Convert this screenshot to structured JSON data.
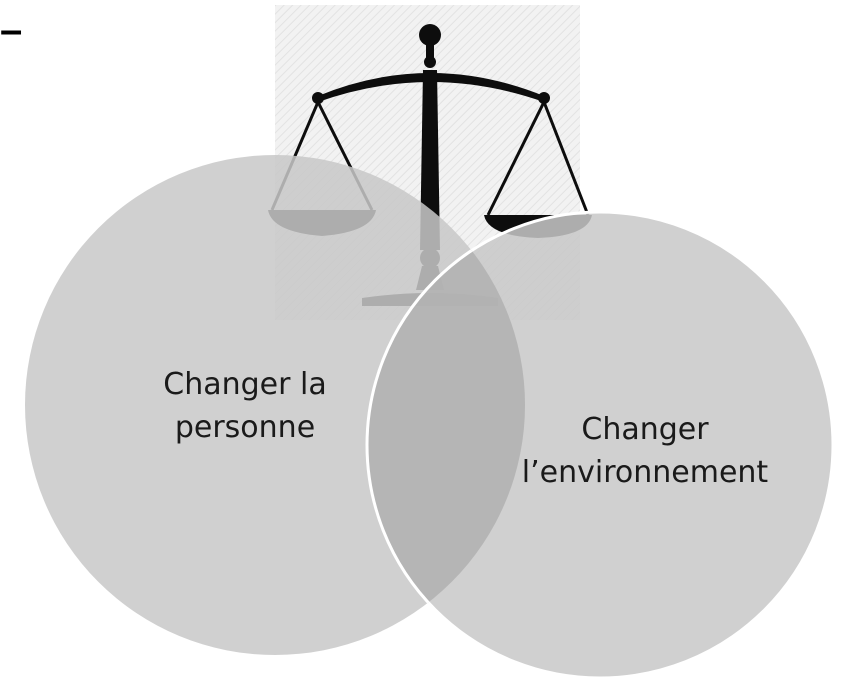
{
  "slide": {
    "bullet_mark": "–",
    "left_circle": {
      "line1": "Changer la",
      "line2": "personne"
    },
    "right_circle": {
      "line1": "Changer",
      "line2": "l’environnement"
    }
  },
  "colors": {
    "circle_fill": "#c8c8c8",
    "overlap_fill": "#a9a9a9",
    "scale_dark": "#0d0d0d",
    "pan_gray": "#4d4d4d",
    "hatch_bg": "#eeeeee",
    "text": "#1a1a1a"
  },
  "icons": {
    "scale": "balance-scale-icon"
  }
}
